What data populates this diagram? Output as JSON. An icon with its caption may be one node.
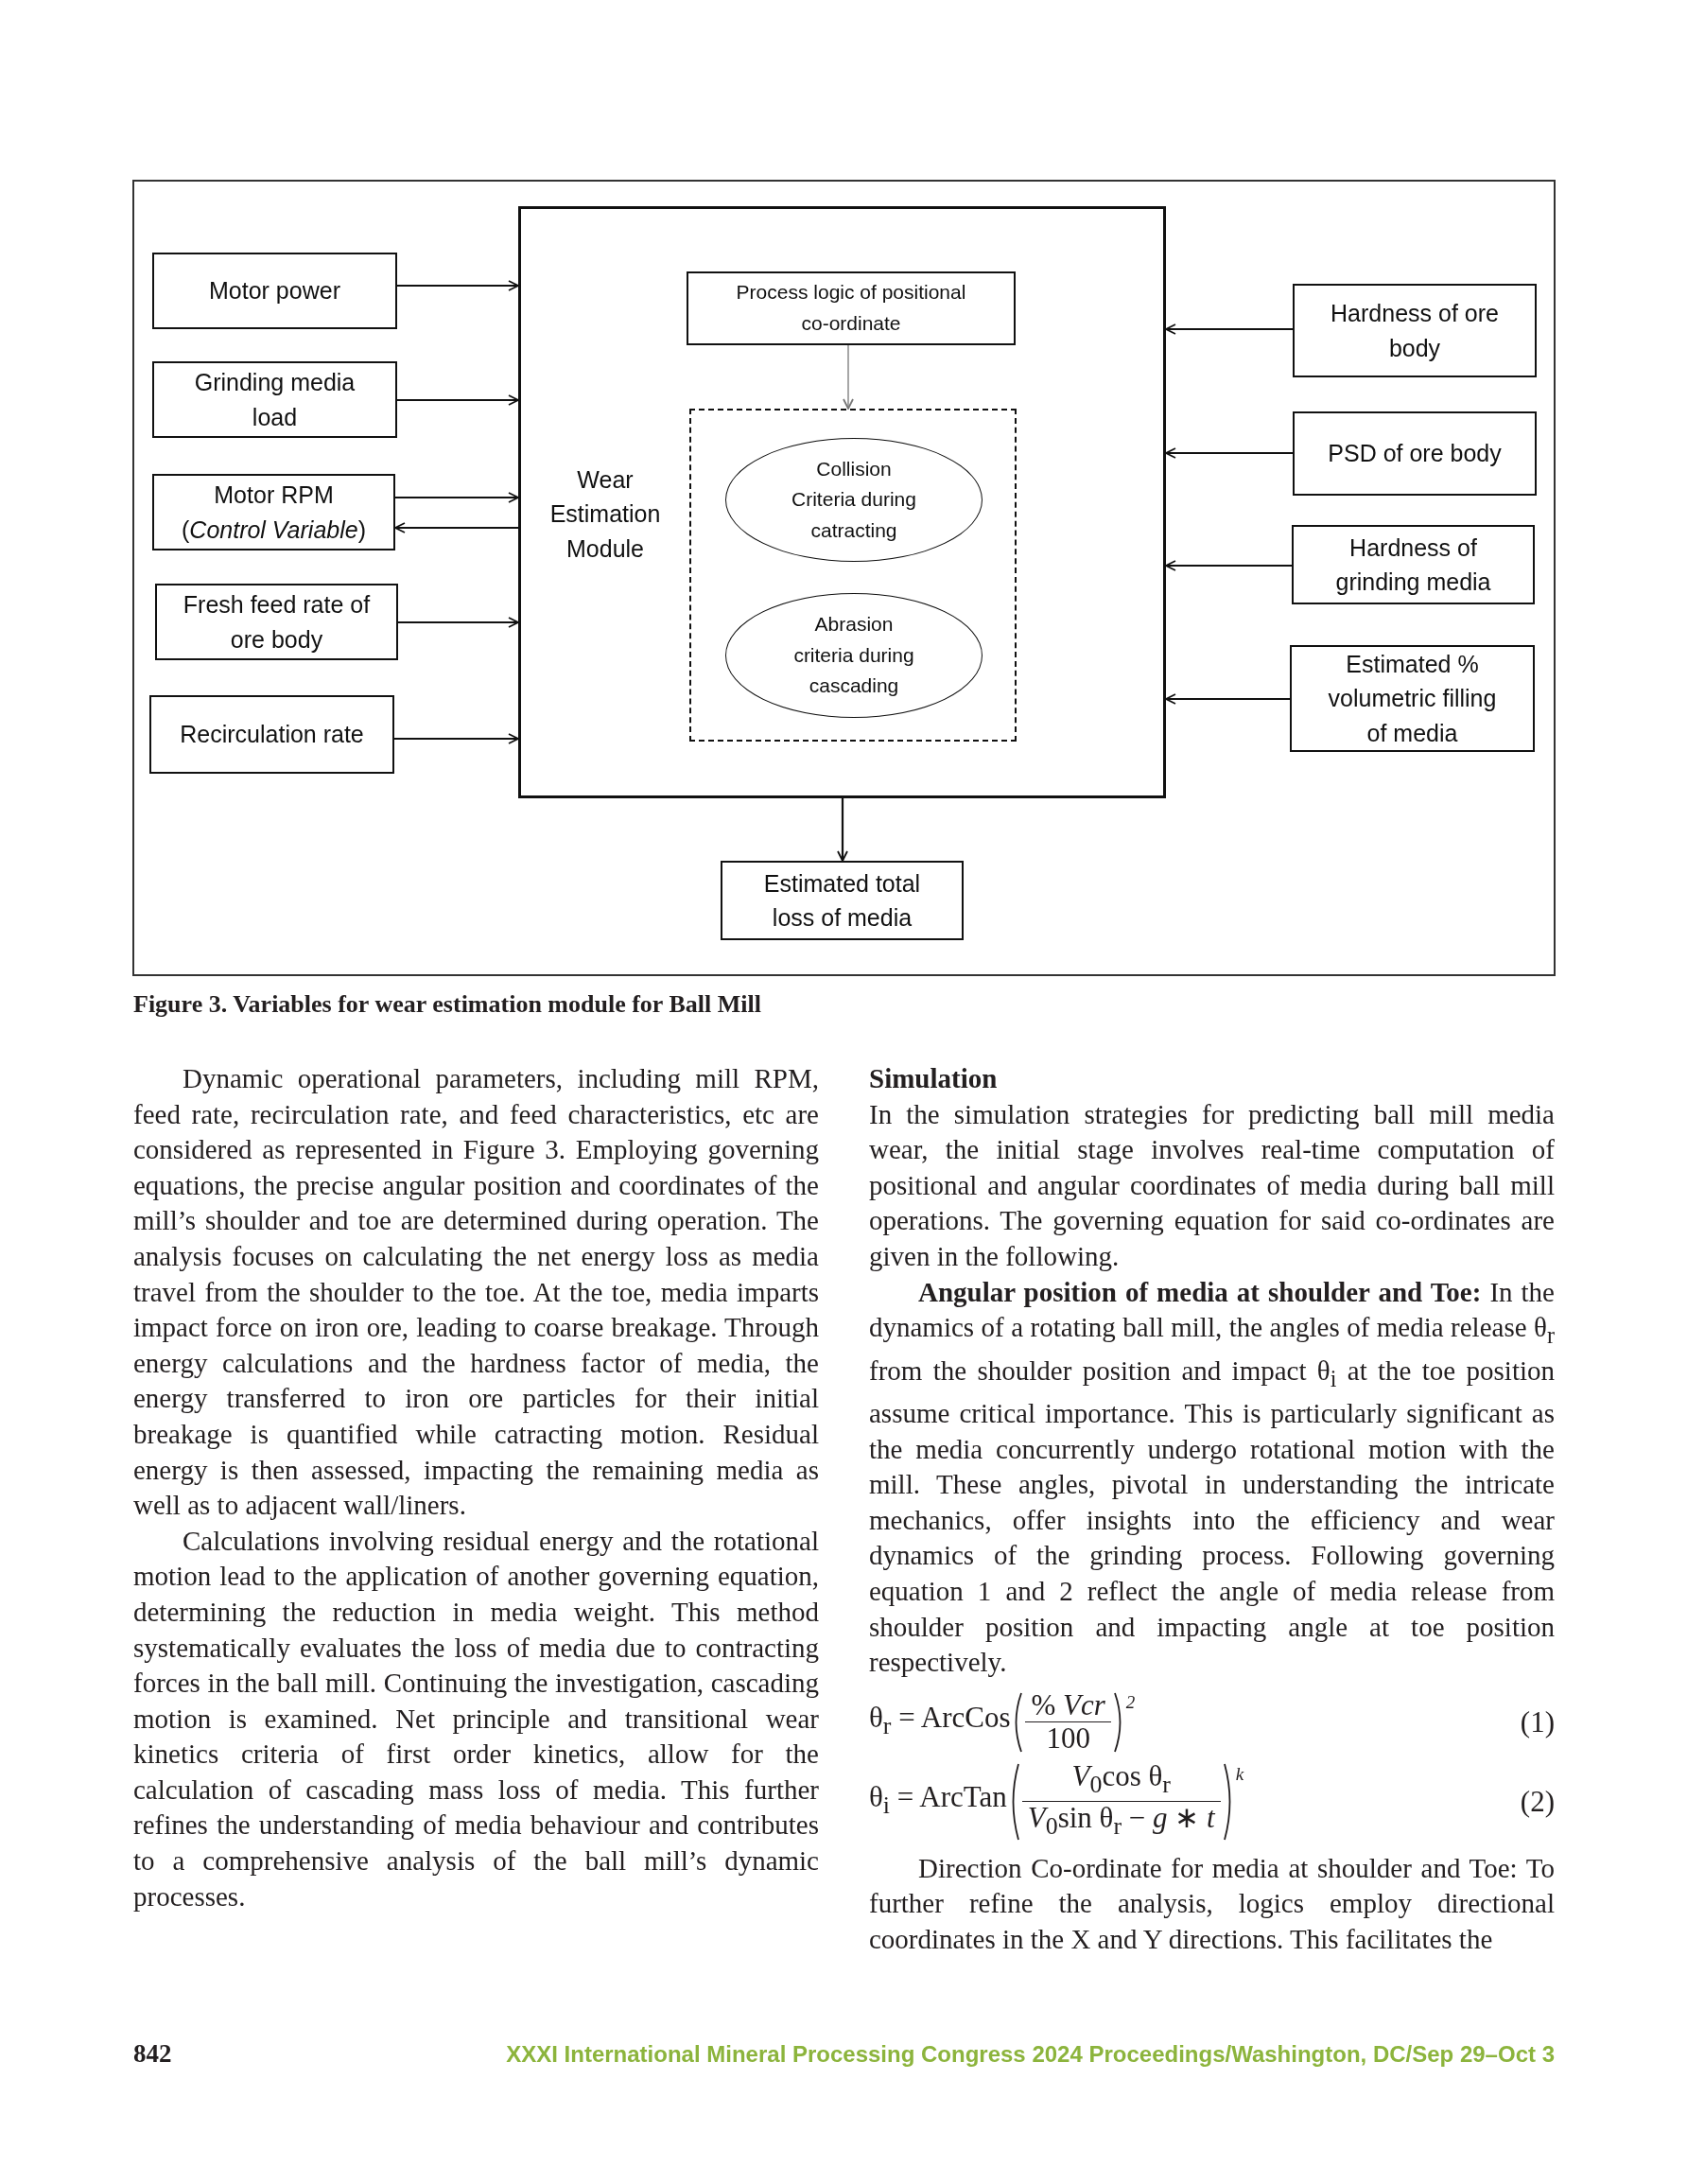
{
  "diagram": {
    "caption": "Figure 3. Variables for wear estimation module for Ball Mill",
    "nodes": [
      {
        "text": [
          "Motor power"
        ]
      },
      {
        "text": [
          "Grinding media load"
        ]
      },
      {
        "text": [
          "Motor RPM (*Control Variable*)"
        ]
      },
      {
        "text": [
          "Fresh feed rate of ore body"
        ]
      },
      {
        "text": [
          "Recirculation rate"
        ]
      },
      {
        "text": [
          "Wear Estimation Module"
        ]
      },
      {
        "text": [
          "Process logic of positional co-ordinate"
        ],
        "in": 5
      },
      {
        "text": [],
        "shape": "box",
        "in": 5
      },
      {
        "text": [
          "Collision Criteria during catracting"
        ],
        "in": 7
      },
      {
        "text": [
          "Abrasion criteria during cascading"
        ],
        "in": 7
      },
      {
        "text": [
          "Hardness of ore body"
        ]
      },
      {
        "text": [
          "PSD of ore body"
        ]
      },
      {
        "text": [
          "Hardness of grinding media"
        ]
      },
      {
        "text": [
          "Estimated % volumetric filling of media"
        ]
      },
      {
        "text": [
          "Estimated total loss of media"
        ]
      }
    ],
    "edges": [
      {
        "from": 0,
        "to": 5,
        "arrow": "to"
      },
      {
        "from": 1,
        "to": 5,
        "arrow": "to"
      },
      {
        "from": 2,
        "to": 5,
        "arrow": "to"
      },
      {
        "from": 5,
        "to": 2,
        "arrow": "to"
      },
      {
        "from": 3,
        "to": 5,
        "arrow": "to"
      },
      {
        "from": 4,
        "to": 5,
        "arrow": "to"
      },
      {
        "from": 6,
        "to": 7,
        "arrow": "to",
        "color": "#777777"
      },
      {
        "from": 10,
        "to": 5,
        "arrow": "to"
      },
      {
        "from": 11,
        "to": 5,
        "arrow": "to"
      },
      {
        "from": 12,
        "to": 5,
        "arrow": "to"
      },
      {
        "from": 13,
        "to": 5,
        "arrow": "to"
      },
      {
        "from": 5,
        "to": 14,
        "arrow": "to"
      }
    ],
    "labels": [
      "Dynamic operational parameters, including mill RPM, feed rate, recirculation rate, and feed characteristics, etc are considered as represented in Figure 3. Employing governing equations, the precise angular position and coordinates of the mill’s shoulder and toe are determined during operation. The analysis focuses on calculating the net energy loss as media travel from the shoulder to the toe. At the toe, media imparts impact force on iron ore, leading to coarse breakage. Through energy calculations and the hardness factor of media, the energy transferred to iron ore particles for their initial breakage is quantified while catracting motion. Residual energy is then assessed, impacting the remaining media as well as to adjacent wall/liners.",
      "Calculations involving residual energy and the rotational motion lead to the application of another governing equation, determining the reduction in media weight. This method systematically evaluates the loss of media due to contracting forces in the ball mill. Continuing the investigation, cascading motion is examined. Net principle and transitional wear kinetics criteria of first order kinetics, allow for the calculation of cascading mass loss of media. This further refines the understanding of media behaviour and contributes to a comprehensive analysis of the ball mill’s dynamic processes.",
      "Simulation",
      "In the simulation strategies for predicting ball mill media wear, the initial stage involves real-time computation of positional and angular coordinates of media during ball mill operations. The governing equation for said co-ordinates are given in the following.",
      "**Angular position of media at shoulder and Toe:** In the dynamics of a rotating ball mill, the angles of media release θ$_{r}$ from the shoulder position and impact θ$_{i}$ at the toe position assume critical importance. This is particularly significant as the media concurrently undergo rotational motion with the mill. These angles, pivotal in understanding the intricate mechanics, offer insights into the efficiency and wear dynamics of the grinding process. Following governing equation 1 and 2 reflect the angle of media release from shoulder position and impacting angle at toe position respectively.",
      "θ$_{r}$ = ArcCos",
      "% *Vcr*",
      "100",
      "2",
      "(1)",
      "θ$_{i}$ = ArcTan",
      "*V*$_{0}$cos θ$_{r}$",
      "*V*$_{0}$sin θ$_{r}$ − *g* ∗ *t*",
      "k",
      "(2)",
      "Direction Co-ordinate for media at shoulder and Toe: To further refine the analysis, logics employ directional coordinates in the X and Y directions. This facilitates the",
      "842",
      "XXXI International Mineral Processing Congress 2024 Proceedings/Washington, DC/Sep 29–Oct 3"
    ]
  }
}
